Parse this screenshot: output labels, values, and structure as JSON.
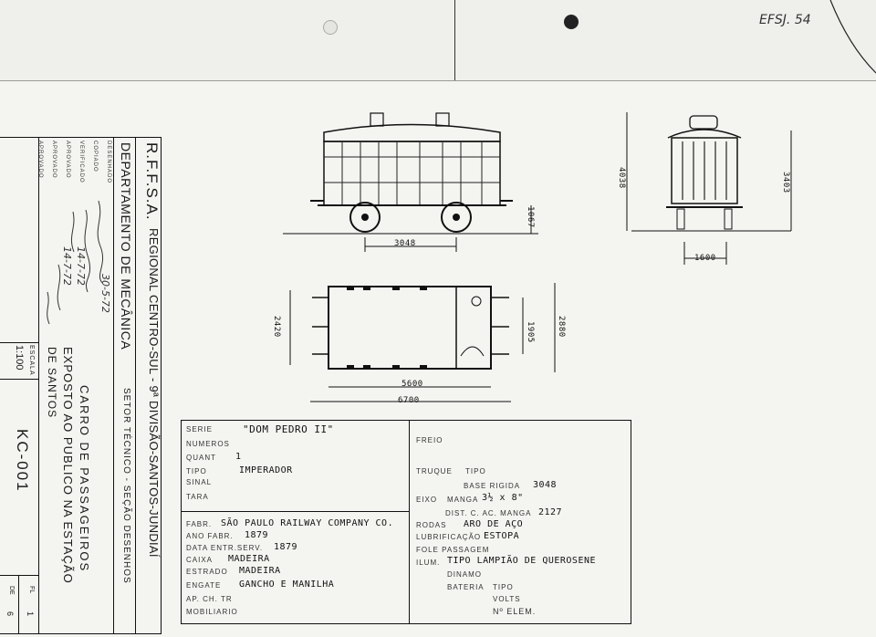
{
  "corner_note": "EFSJ. 54",
  "title_block": {
    "org": "R.F.F.S.A.",
    "region": "REGIONAL CENTRO-SUL - 9ª DIVISÃO-SANTOS-JUNDIAÍ",
    "department": "DEPARTAMENTO DE MECÂNICA",
    "sector": "SETOR TÉCNICO - SEÇÃO DESENHOS",
    "description_1": "CARRO DE PASSAGEIROS",
    "description_2": "EXPOSTO AO PUBLICO NA ESTAÇÃO",
    "description_3": "DE SANTOS",
    "scale_label": "ESCALA",
    "scale_value": "1:100",
    "drawing_number": "KC-001",
    "sheet_label": "FL",
    "sheet_value": "1",
    "of_label": "DE",
    "of_value": "6",
    "roles": [
      "DESENHADO",
      "COPIADO",
      "VERIFICADO",
      "APROVADO",
      "APROVADO",
      "APROVADO"
    ],
    "dates": [
      "30-5-72",
      "14-7-72",
      "14-7-72"
    ]
  },
  "dimensions": {
    "side_wheelbase": "3048",
    "side_height": "1067",
    "end_height_total": "4038",
    "end_height_body": "3403",
    "end_gauge": "1600",
    "plan_width": "2420",
    "plan_door": "1905",
    "plan_total_width": "2880",
    "plan_body_length": "5600",
    "plan_total_length": "6700"
  },
  "spec_left": {
    "serie_label": "SERIE",
    "serie_value": "\"DOM PEDRO II\"",
    "numeros_label": "NUMEROS",
    "quant_label": "QUANT",
    "quant_value": "1",
    "tipo_label": "TIPO",
    "tipo_value": "IMPERADOR",
    "sinal_label": "SINAL",
    "tara_label": "TARA",
    "fabr_label": "FABR.",
    "fabr_value": "SÃO PAULO RAILWAY COMPANY CO.",
    "ano_fabr_label": "ANO FABR.",
    "ano_fabr_value": "1879",
    "data_entr_label": "DATA ENTR.SERV.",
    "data_entr_value": "1879",
    "caixa_label": "CAIXA",
    "caixa_value": "MADEIRA",
    "estrado_label": "ESTRADO",
    "estrado_value": "MADEIRA",
    "engate_label": "ENGATE",
    "engate_value": "GANCHO E MANILHA",
    "ap_ch_tr_label": "AP. CH. TR",
    "mobiliario_label": "MOBILIARIO"
  },
  "spec_right": {
    "freio_label": "FREIO",
    "truque_label": "TRUQUE",
    "truque_tipo": "TIPO",
    "base_rigida_label": "BASE RIGIDA",
    "base_rigida_value": "3048",
    "eixo_label": "EIXO",
    "manga_label": "MANGA",
    "manga_value": "3½ x 8\"",
    "dist_label": "DIST. C. AC. MANGA",
    "dist_value": "2127",
    "rodas_label": "RODAS",
    "rodas_value": "ARO DE AÇO",
    "lubrificacao_label": "LUBRIFICAÇÃO",
    "lubrificacao_value": "ESTOPA",
    "fole_label": "FOLE PASSAGEM",
    "ilum_label": "ILUM.",
    "ilum_value": "TIPO LAMPIÃO DE QUEROSENE",
    "dinamo_label": "DINAMO",
    "bateria_label": "BATERIA",
    "bateria_tipo": "TIPO",
    "volts_label": "VOLTS",
    "n_elem_label": "Nº ELEM."
  }
}
